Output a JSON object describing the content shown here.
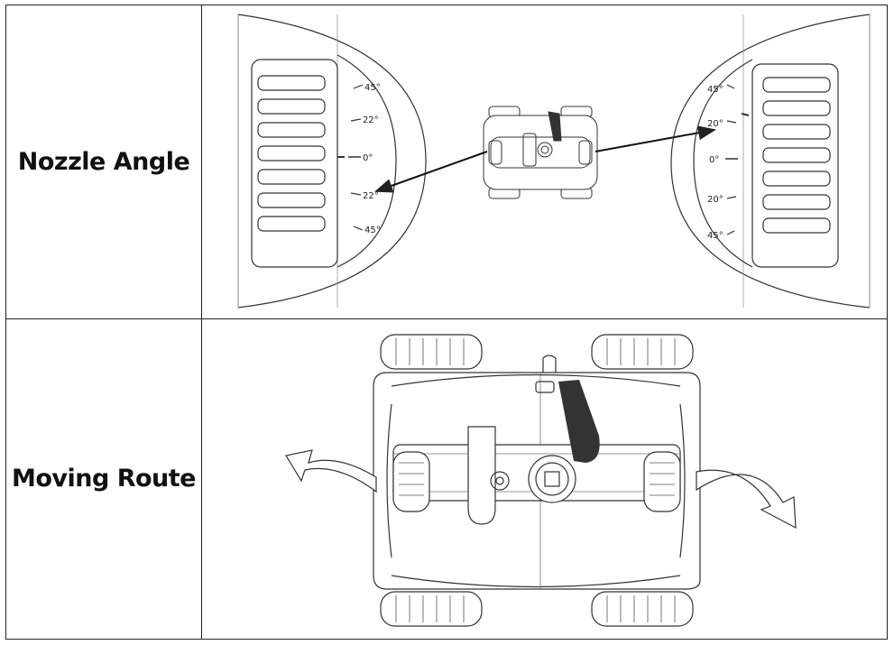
{
  "table": {
    "rows": [
      {
        "label": "Nozzle  Angle"
      },
      {
        "label": "Moving Route"
      }
    ]
  },
  "left_scale": [
    "45°",
    "22°",
    "0°",
    "22°",
    "45°"
  ],
  "right_scale": [
    "45°",
    "20°",
    "0°",
    "20°",
    "45°"
  ],
  "colors": {
    "line": "#222222",
    "border": "#222222",
    "background": "#ffffff"
  }
}
